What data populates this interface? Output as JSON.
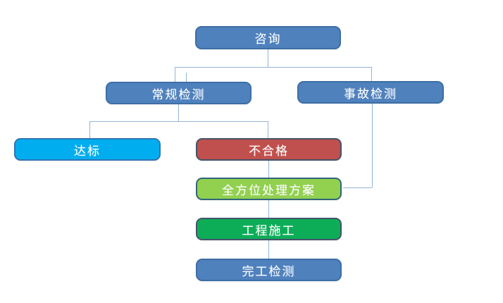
{
  "diagram": {
    "type": "flowchart",
    "background": "#ffffff",
    "connector_color": "#95b3d7",
    "nodes": [
      {
        "id": "consulting",
        "label": "咨询",
        "fill": "#4f81bd",
        "border": "#3d6ea5",
        "text_color": "#ffffff"
      },
      {
        "id": "routine-testing",
        "label": "常规检测",
        "fill": "#4f81bd",
        "border": "#3d6ea5",
        "text_color": "#ffffff"
      },
      {
        "id": "accident-testing",
        "label": "事故检测",
        "fill": "#4f81bd",
        "border": "#3d6ea5",
        "text_color": "#ffffff"
      },
      {
        "id": "up-to-standard",
        "label": "达标",
        "fill": "#00aeef",
        "border": "#2e75b6",
        "text_color": "#ffffff"
      },
      {
        "id": "unqualified",
        "label": "不合格",
        "fill": "#c0504d",
        "border": "#44546a",
        "text_color": "#ffffff"
      },
      {
        "id": "comprehensive-plan",
        "label": "全方位处理方案",
        "fill": "#92d050",
        "border": "#31667b",
        "text_color": "#ffffff"
      },
      {
        "id": "construction",
        "label": "工程施工",
        "fill": "#0dad58",
        "border": "#44546a",
        "text_color": "#ffffff"
      },
      {
        "id": "completion-testing",
        "label": "完工检测",
        "fill": "#4f81bd",
        "border": "#3d6ea5",
        "text_color": "#ffffff"
      }
    ],
    "edges": [
      {
        "from": "consulting",
        "to": "routine-testing"
      },
      {
        "from": "consulting",
        "to": "accident-testing"
      },
      {
        "from": "routine-testing",
        "to": "up-to-standard"
      },
      {
        "from": "routine-testing",
        "to": "unqualified"
      },
      {
        "from": "unqualified",
        "to": "comprehensive-plan"
      },
      {
        "from": "accident-testing",
        "to": "comprehensive-plan"
      },
      {
        "from": "comprehensive-plan",
        "to": "construction"
      },
      {
        "from": "construction",
        "to": "completion-testing"
      }
    ]
  }
}
